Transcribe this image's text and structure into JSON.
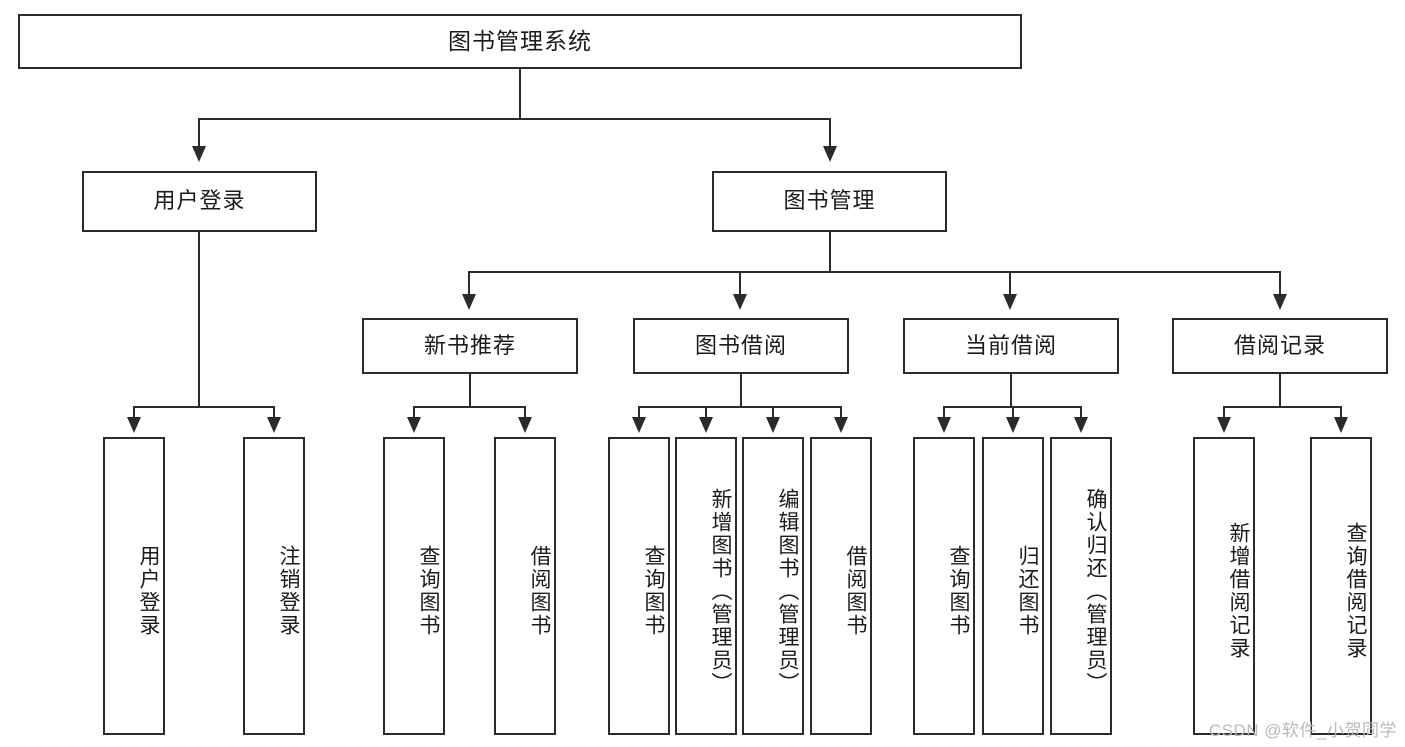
{
  "diagram": {
    "type": "tree-hierarchy",
    "title": "图书管理系统",
    "watermark": "CSDN @软件_小贺同学",
    "colors": {
      "stroke": "#2b2b2b",
      "fill": "#ffffff",
      "text": "#1b1b1b",
      "watermark": "#b9b9b9"
    },
    "levels": [
      {
        "level": 1,
        "nodes": [
          {
            "id": "root",
            "label": "图书管理系统",
            "orientation": "horizontal"
          }
        ]
      },
      {
        "level": 2,
        "nodes": [
          {
            "id": "l2-1",
            "label": "用户登录",
            "orientation": "horizontal",
            "parent": "root"
          },
          {
            "id": "l2-2",
            "label": "图书管理",
            "orientation": "horizontal",
            "parent": "root"
          }
        ]
      },
      {
        "level": 3,
        "nodes": [
          {
            "id": "l3-1",
            "label": "新书推荐",
            "orientation": "horizontal",
            "parent": "l2-2"
          },
          {
            "id": "l3-2",
            "label": "图书借阅",
            "orientation": "horizontal",
            "parent": "l2-2"
          },
          {
            "id": "l3-3",
            "label": "当前借阅",
            "orientation": "horizontal",
            "parent": "l2-2"
          },
          {
            "id": "l3-4",
            "label": "借阅记录",
            "orientation": "horizontal",
            "parent": "l2-2"
          }
        ]
      },
      {
        "level": 4,
        "nodes": [
          {
            "id": "l4-1",
            "label": "用户登录",
            "orientation": "vertical",
            "parent": "l2-1"
          },
          {
            "id": "l4-2",
            "label": "注销登录",
            "orientation": "vertical",
            "parent": "l2-1"
          },
          {
            "id": "l4-3",
            "label": "查询图书",
            "orientation": "vertical",
            "parent": "l3-1"
          },
          {
            "id": "l4-4",
            "label": "借阅图书",
            "orientation": "vertical",
            "parent": "l3-1"
          },
          {
            "id": "l4-5",
            "label": "查询图书",
            "orientation": "vertical",
            "parent": "l3-2"
          },
          {
            "id": "l4-6",
            "label": "新增图书（管理员）",
            "orientation": "vertical",
            "parent": "l3-2"
          },
          {
            "id": "l4-7",
            "label": "编辑图书（管理员）",
            "orientation": "vertical",
            "parent": "l3-2"
          },
          {
            "id": "l4-8",
            "label": "借阅图书",
            "orientation": "vertical",
            "parent": "l3-2"
          },
          {
            "id": "l4-9",
            "label": "查询图书",
            "orientation": "vertical",
            "parent": "l3-3"
          },
          {
            "id": "l4-10",
            "label": "归还图书",
            "orientation": "vertical",
            "parent": "l3-3"
          },
          {
            "id": "l4-11",
            "label": "确认归还（管理员）",
            "orientation": "vertical",
            "parent": "l3-3"
          },
          {
            "id": "l4-12",
            "label": "新增借阅记录",
            "orientation": "vertical",
            "parent": "l3-4"
          },
          {
            "id": "l4-13",
            "label": "查询借阅记录",
            "orientation": "vertical",
            "parent": "l3-4"
          }
        ]
      }
    ]
  }
}
